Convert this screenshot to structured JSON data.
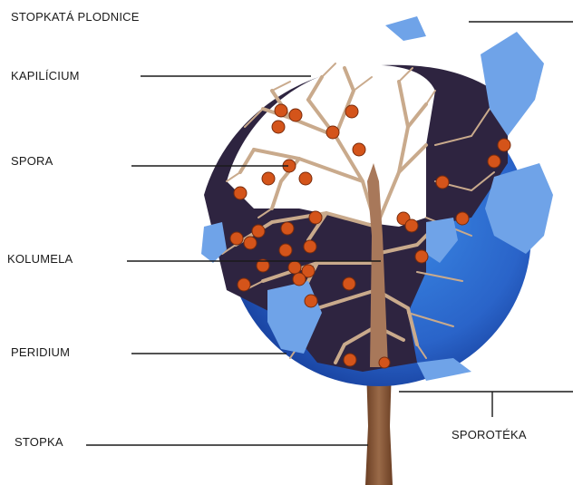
{
  "labels": {
    "stopkata_plodnice": "STOPKATÁ PLODNICE",
    "kapilicium": "KAPILÍCIUM",
    "spora": "SPORA",
    "kolumela": "KOLUMELA",
    "peridium": "PERIDIUM",
    "stopka": "STOPKA",
    "sporoteka": "SPOROTÉKA"
  },
  "colors": {
    "peridium_blue": "#2f6fd0",
    "peridium_dark_blue": "#1b49a8",
    "flake_light_blue": "#6fa3e8",
    "capillitium_tan": "#c9aa8c",
    "interior_dark": "#2e2440",
    "stalk_brown": "#8a5a3a",
    "spore_orange": "#d4541a",
    "leader_line": "#1a1a1a"
  }
}
